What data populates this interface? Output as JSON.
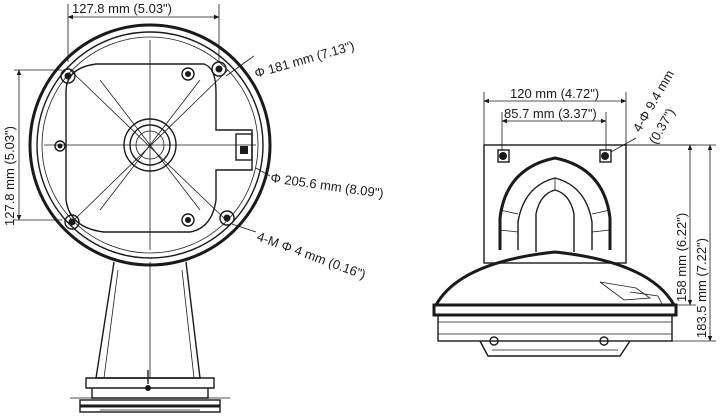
{
  "left_view": {
    "dim_top_width": "127.8 mm  (5.03\")",
    "dim_left_height": "127.8 mm (5.03\")",
    "dim_outer_diameter": "Φ 181 mm (7.13\")",
    "dim_mount_diameter": "Φ  205.6 mm (8.09\")",
    "dim_screw_holes": "4-M Φ 4 mm (0.16\")"
  },
  "right_view": {
    "dim_plate_width": "120 mm  (4.72\")",
    "dim_hole_spacing": "85.7 mm (3.37\")",
    "dim_hole_diameter_1": "4-Φ 9.4 mm",
    "dim_hole_diameter_2": "(0.37\")",
    "dim_inner_height": "158 mm (6.22\")",
    "dim_total_height": "183.5 mm (7.22\")"
  }
}
